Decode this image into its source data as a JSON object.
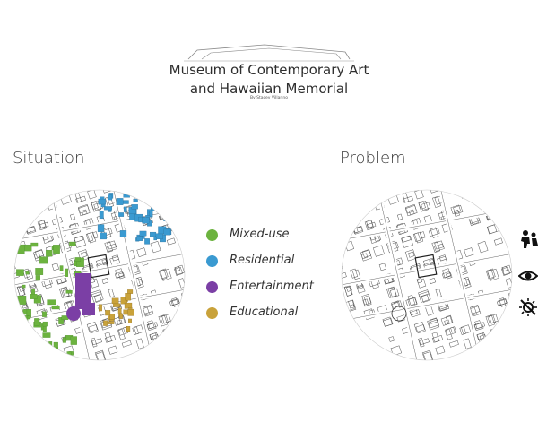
{
  "header": {
    "title_line1": "Museum of Contemporary Art",
    "title_line2": "and Hawaiian Memorial",
    "byline": "By Stacey Villarino"
  },
  "situation": {
    "title": "Situation",
    "legend": [
      {
        "label": "Mixed-use",
        "color": "#6cb33f"
      },
      {
        "label": "Residential",
        "color": "#3a9ad1"
      },
      {
        "label": "Entertainment",
        "color": "#7b3fa5"
      },
      {
        "label": "Educational",
        "color": "#c9a23a"
      }
    ]
  },
  "problem": {
    "title": "Problem",
    "icons": [
      "pedestrian-icon",
      "eye-icon",
      "sun-crossed-icon"
    ]
  }
}
